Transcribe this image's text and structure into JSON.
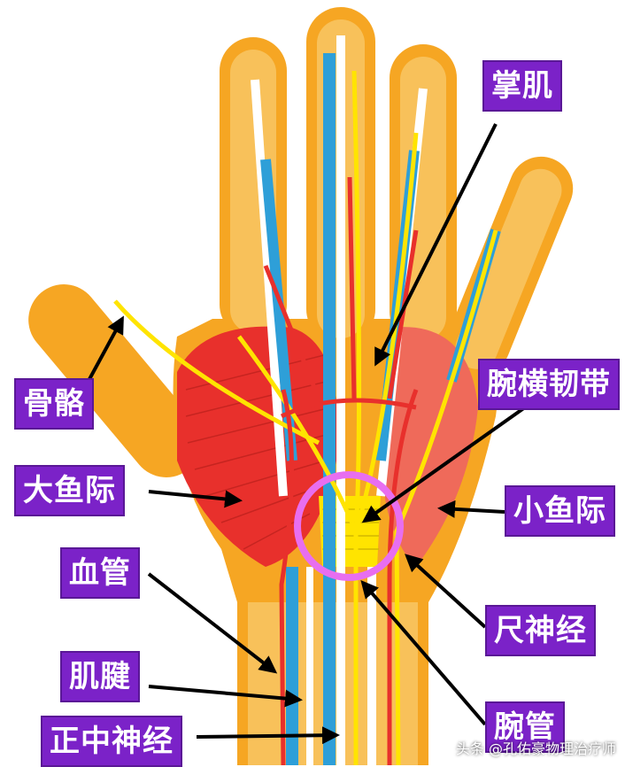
{
  "labels": {
    "zhangji": "掌肌",
    "guge": "骨骼",
    "wanheng": "腕横韧带",
    "dayuji": "大鱼际",
    "xiaoyuji": "小鱼际",
    "xueguan": "血管",
    "chishenjing": "尺神经",
    "jijian": "肌腱",
    "wanguan": "腕管",
    "zhengzhong": "正中神经"
  },
  "watermark": "头条 @孔佑豪物理治疗师",
  "colors": {
    "label_bg": "#7b22c8",
    "skin": "#f6a623",
    "muscle": "#e8302c",
    "nerve": "#ffe400",
    "tendon": "#ffffff",
    "vessel_blue": "#2e9fd8",
    "highlight_circle": "#e86ef0",
    "arrow": "#000000"
  }
}
